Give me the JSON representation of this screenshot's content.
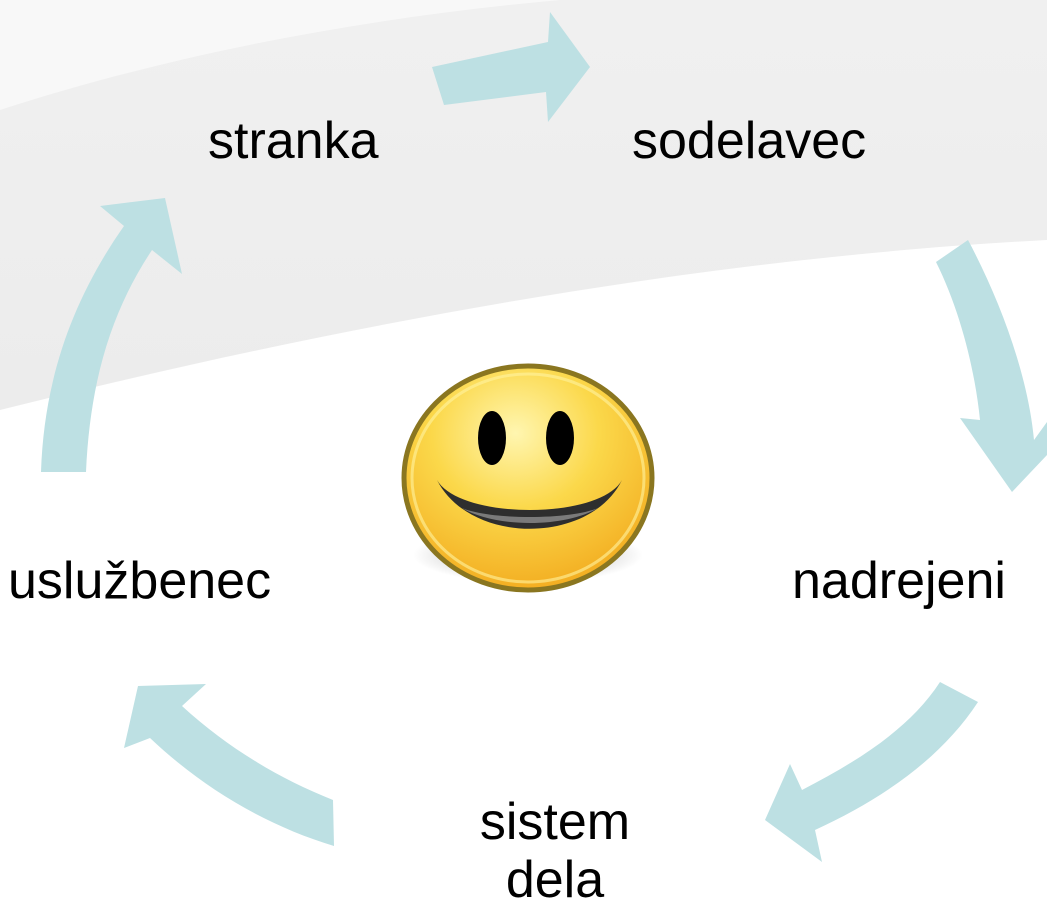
{
  "diagram": {
    "nodes": [
      {
        "id": "stranka",
        "label": "stranka"
      },
      {
        "id": "sodelavec",
        "label": "sodelavec"
      },
      {
        "id": "nadrejeni",
        "label": "nadrejeni"
      },
      {
        "id": "sistem-dela",
        "label_lines": [
          "sistem",
          "dela"
        ]
      },
      {
        "id": "usluzbenec",
        "label": "uslužbenec"
      }
    ],
    "cycle_order": [
      "stranka",
      "sodelavec",
      "nadrejeni",
      "sistem-dela",
      "usluzbenec"
    ],
    "center_icon": "smiley-face-icon",
    "colors": {
      "arrow": "#bde0e3",
      "background_band": "#efefef",
      "smiley_fill": "#f8c72e",
      "smiley_outline": "#7a6a1a"
    }
  }
}
